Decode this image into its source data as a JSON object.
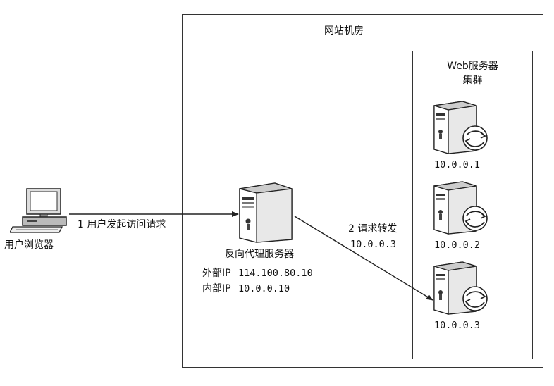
{
  "datacenter": {
    "label": "网站机房"
  },
  "cluster": {
    "label_line1": "Web服务器",
    "label_line2": "集群"
  },
  "browser": {
    "label": "用户浏览器"
  },
  "proxy": {
    "name": "反向代理服务器",
    "external_ip_label": "外部IP",
    "external_ip": "114.100.80.10",
    "internal_ip_label": "内部IP",
    "internal_ip": "10.0.0.10"
  },
  "servers": [
    {
      "ip": "10.0.0.1"
    },
    {
      "ip": "10.0.0.2"
    },
    {
      "ip": "10.0.0.3"
    }
  ],
  "edges": {
    "step1": "1 用户发起访问请求",
    "step2": "2 请求转发",
    "step2_ip": "10.0.0.3"
  },
  "colors": {
    "line": "#222222",
    "server_body": "#ffffff",
    "server_face": "#555555"
  },
  "icons": {
    "browser": "desktop-computer-icon",
    "proxy": "tower-server-icon",
    "web": "web-server-globe-icon"
  }
}
